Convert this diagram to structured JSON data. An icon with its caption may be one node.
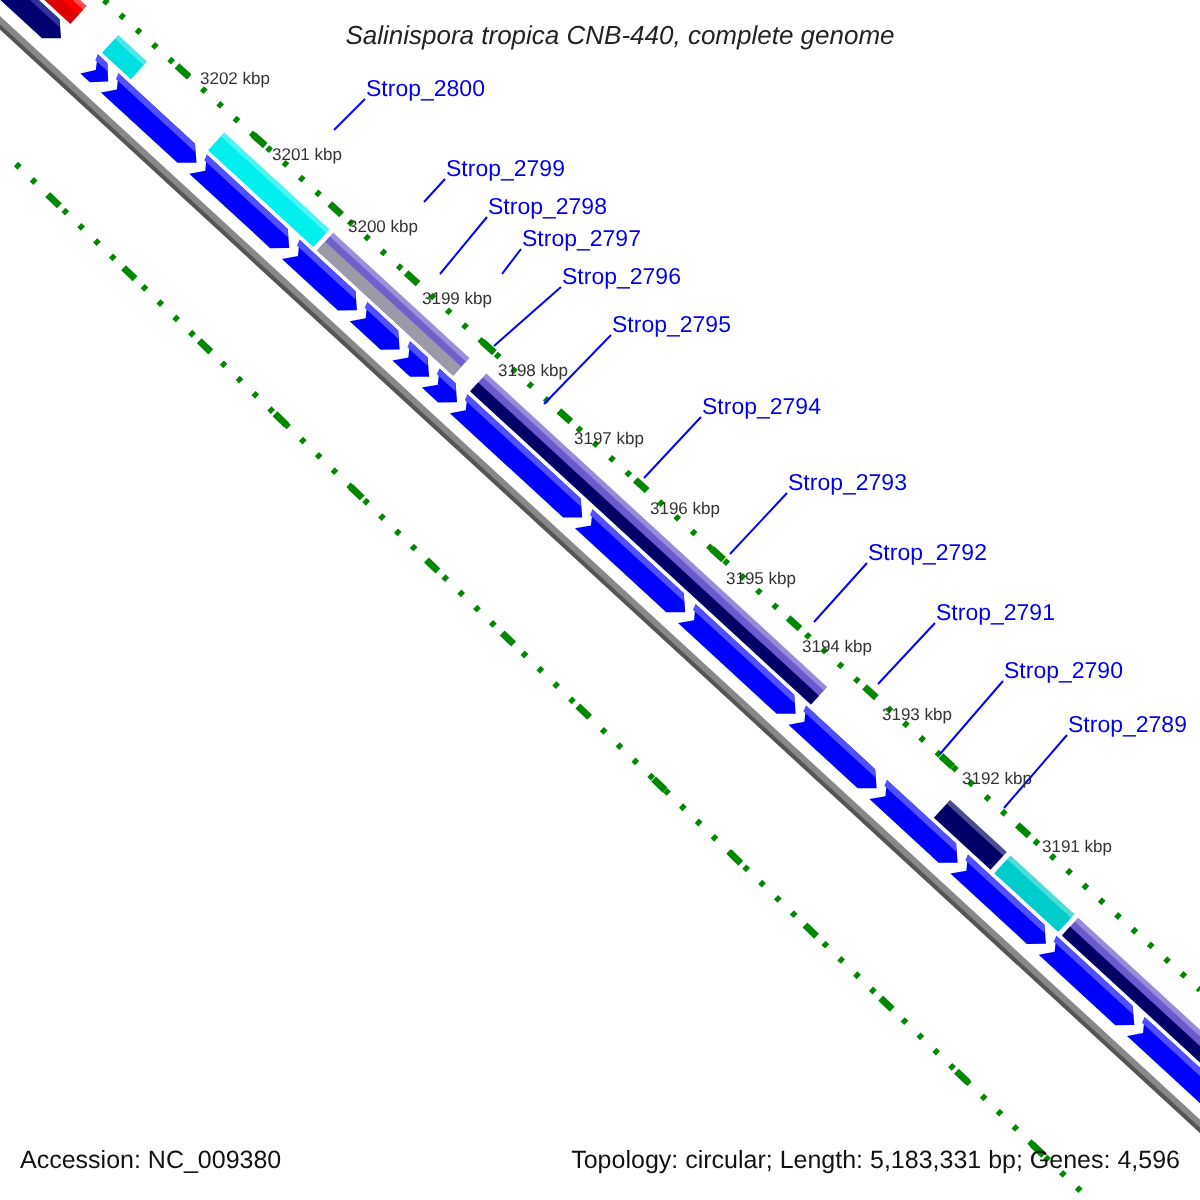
{
  "diagram": {
    "title": "Salinispora tropica CNB-440, complete genome",
    "nodes": [
      {
        "text": [
          "Strop_2800"
        ]
      },
      {
        "text": [
          "Strop_2799"
        ]
      },
      {
        "text": [
          "Strop_2798"
        ]
      },
      {
        "text": [
          "Strop_2797"
        ]
      },
      {
        "text": [
          "Strop_2796"
        ]
      },
      {
        "text": [
          "Strop_2795"
        ]
      },
      {
        "text": [
          "Strop_2794"
        ]
      },
      {
        "text": [
          "Strop_2793"
        ]
      },
      {
        "text": [
          "Strop_2792"
        ]
      },
      {
        "text": [
          "Strop_2791"
        ]
      },
      {
        "text": [
          "Strop_2790"
        ]
      },
      {
        "text": [
          "Strop_2789"
        ]
      }
    ],
    "edges": [
      {
        "from": 0,
        "to": null,
        "arrow": "none"
      },
      {
        "from": 1,
        "to": null,
        "arrow": "none"
      },
      {
        "from": 2,
        "to": null,
        "arrow": "none"
      },
      {
        "from": 3,
        "to": null,
        "arrow": "none"
      },
      {
        "from": 4,
        "to": null,
        "arrow": "none"
      },
      {
        "from": 5,
        "to": null,
        "arrow": "none"
      },
      {
        "from": 6,
        "to": null,
        "arrow": "none"
      },
      {
        "from": 7,
        "to": null,
        "arrow": "none"
      },
      {
        "from": 8,
        "to": null,
        "arrow": "none"
      },
      {
        "from": 9,
        "to": null,
        "arrow": "none"
      },
      {
        "from": 10,
        "to": null,
        "arrow": "none"
      },
      {
        "from": 11,
        "to": null,
        "arrow": "none"
      }
    ],
    "labels": [
      "3202 kbp",
      "3201 kbp",
      "3200 kbp",
      "3199 kbp",
      "3198 kbp",
      "3197 kbp",
      "3196 kbp",
      "3195 kbp",
      "3194 kbp",
      "3193 kbp",
      "3192 kbp",
      "3191 kbp",
      "Accession: NC_009380",
      "Topology: circular; Length: 5,183,331 bp; Genes: 4,596"
    ]
  }
}
